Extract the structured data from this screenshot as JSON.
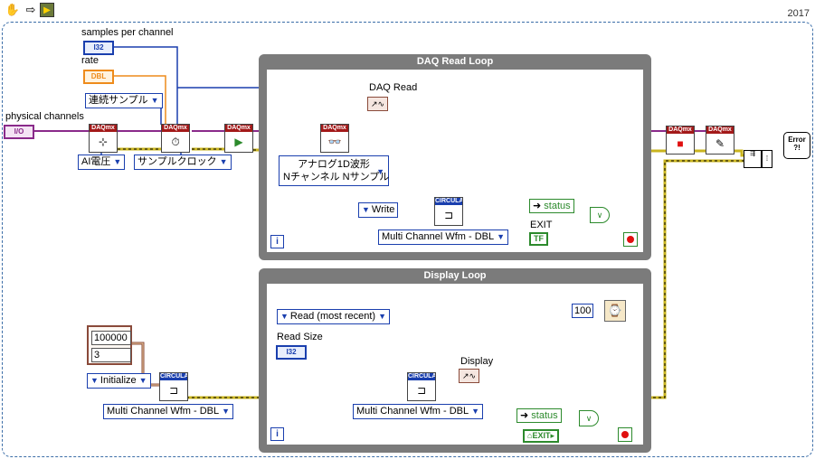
{
  "version": "2017",
  "toolbar": {
    "operate_icon": "hand-icon",
    "run_icon": "arrow-icon",
    "run_highlight_icon": "lightbulb-icon"
  },
  "controls": {
    "samples_per_channel": "samples per channel",
    "rate": "rate",
    "physical_channels": "physical channels",
    "i32": "I32",
    "dbl": "DBL",
    "io": "I/O"
  },
  "rings": {
    "continuous_sample": "連続サンプル",
    "ai_voltage": "AI電圧",
    "sample_clock": "サンプルクロック",
    "analog_1d_line1": "アナログ1D波形",
    "analog_1d_line2": "Nチャンネル Nサンプル",
    "write": "Write",
    "multi_wfm_top": "Multi Channel Wfm - DBL",
    "read_most_recent": "Read (most recent)",
    "multi_wfm_display": "Multi Channel Wfm - DBL",
    "initialize": "Initialize",
    "multi_wfm_init": "Multi Channel Wfm - DBL"
  },
  "loops": {
    "daq": {
      "title": "DAQ Read Loop",
      "iter": "i"
    },
    "display": {
      "title": "Display Loop",
      "iter": "i"
    }
  },
  "labels": {
    "daq_read": "DAQ Read",
    "exit_top": "EXIT",
    "read_size": "Read Size",
    "display": "Display"
  },
  "values": {
    "buffer_size": "100000",
    "channels": "3",
    "wait_ms": "100"
  },
  "status_label": "status",
  "exit_bool": "EXIT",
  "tf_bool": "TF",
  "vi_labels": {
    "daqmx": "DAQmx",
    "circular": "CIRCULAR"
  },
  "error_handler": "Error ?!",
  "colors": {
    "wire_error": "#c9b41e",
    "wire_task": "#8a2a8a",
    "wire_int": "#1a3fae",
    "wire_dbl": "#ee8b1b",
    "wire_waveform": "#8a4a3a",
    "wire_bool": "#2c8a2c",
    "loop_frame": "#7b7b7b"
  }
}
